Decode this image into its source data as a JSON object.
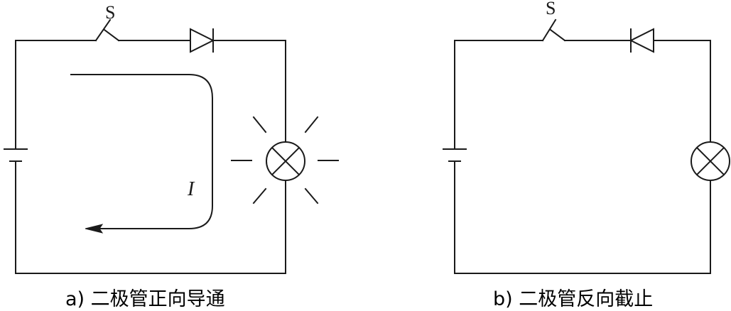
{
  "panels": [
    {
      "id": "a",
      "switch_label": "S",
      "current_label": "I",
      "caption": "a) 二极管正向导通",
      "diode_direction": "forward",
      "lamp_state": "lit"
    },
    {
      "id": "b",
      "switch_label": "S",
      "caption": "b) 二极管反向截止",
      "diode_direction": "reverse",
      "lamp_state": "off"
    }
  ],
  "colors": {
    "line": "#1a1a1a",
    "background": "#ffffff"
  }
}
